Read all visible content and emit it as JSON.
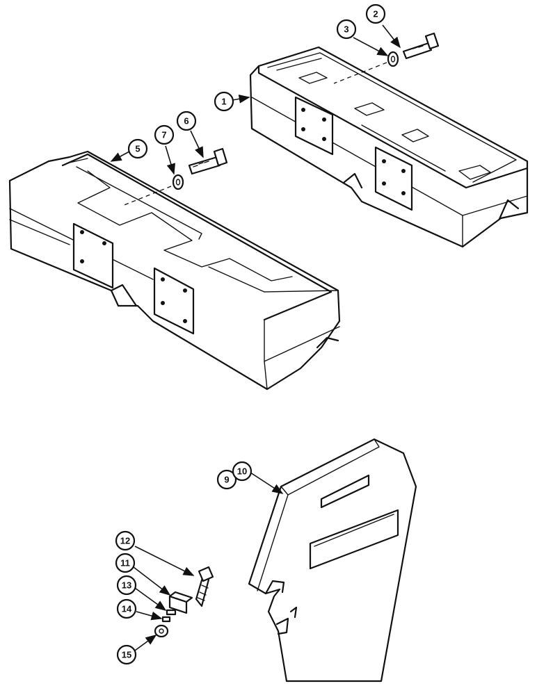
{
  "callouts": {
    "c1": "1",
    "c2": "2",
    "c3": "3",
    "c5": "5",
    "c6": "6",
    "c7": "7",
    "c9": "9",
    "c10": "10",
    "c11": "11",
    "c12": "12",
    "c13": "13",
    "c14": "14",
    "c15": "15"
  }
}
